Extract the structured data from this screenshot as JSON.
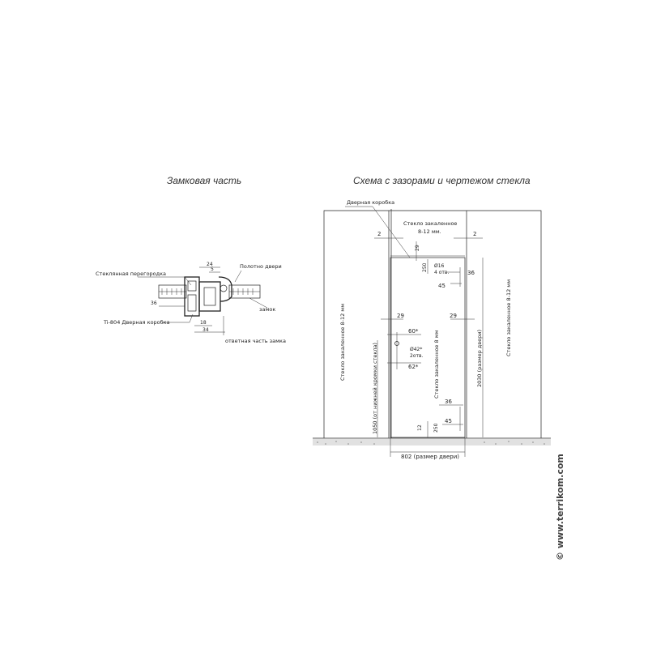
{
  "titles": {
    "left": "Замковая часть",
    "right": "Схема с зазорами и чертежом стекла"
  },
  "detail": {
    "labels": {
      "glass_partition": "Стеклянная перегородка",
      "door_leaf": "Полотно двери",
      "lock": "замок",
      "door_frame": "Ti-804 Дверная коробка",
      "strike": "ответная часть замка"
    },
    "dims": {
      "top_a": "24",
      "top_b": "5",
      "side": "36",
      "bottom_a": "18",
      "bottom_b": "34"
    }
  },
  "scheme": {
    "labels": {
      "door_frame": "Дверная коробка",
      "glass_top_line1": "Стекло закаленное",
      "glass_top_line2": "8-12 мм.",
      "glass_left": "Стекло закаленное 8-12 мм",
      "glass_right": "Стекло закаленное 8-12 мм",
      "glass_door": "Стекло закаленное 8 мм",
      "hole_top_a": "Ø16",
      "hole_top_b": "4 отв.",
      "handle_hole_a": "Ø42*",
      "handle_hole_b": "2отв.",
      "door_height": "2030 (размер двери)",
      "glass_bottom_height": "1050 (от нижней кромки стекла)",
      "door_width": "802 (размер двери)"
    },
    "dims": {
      "gap_left": "2",
      "gap_right": "2",
      "top_29": "29",
      "top_250": "250",
      "top_36": "36",
      "top_45": "45",
      "side_29_left": "29",
      "side_29_right": "29",
      "handle_60": "60*",
      "handle_62": "62*",
      "bottom_36": "36",
      "bottom_45": "45",
      "bottom_250": "250",
      "bottom_12": "12"
    }
  },
  "watermark": "© www.terrikom.com"
}
